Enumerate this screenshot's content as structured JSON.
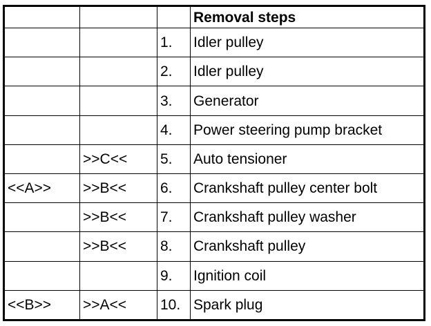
{
  "header": {
    "col1": "",
    "col2": "",
    "col3": "",
    "col4": "Removal steps"
  },
  "rows": [
    {
      "col1": "",
      "col2": "",
      "num": "1.",
      "step": "Idler pulley"
    },
    {
      "col1": "",
      "col2": "",
      "num": "2.",
      "step": "Idler pulley"
    },
    {
      "col1": "",
      "col2": "",
      "num": "3.",
      "step": "Generator"
    },
    {
      "col1": "",
      "col2": "",
      "num": "4.",
      "step": "Power steering pump bracket"
    },
    {
      "col1": "",
      "col2": ">>C<<",
      "num": "5.",
      "step": "Auto tensioner"
    },
    {
      "col1": "<<A>>",
      "col2": ">>B<<",
      "num": "6.",
      "step": "Crankshaft pulley center bolt"
    },
    {
      "col1": "",
      "col2": ">>B<<",
      "num": "7.",
      "step": "Crankshaft pulley washer"
    },
    {
      "col1": "",
      "col2": ">>B<<",
      "num": "8.",
      "step": "Crankshaft pulley"
    },
    {
      "col1": "",
      "col2": "",
      "num": "9.",
      "step": "Ignition coil"
    },
    {
      "col1": "<<B>>",
      "col2": ">>A<<",
      "num": "10.",
      "step": "Spark plug"
    }
  ]
}
